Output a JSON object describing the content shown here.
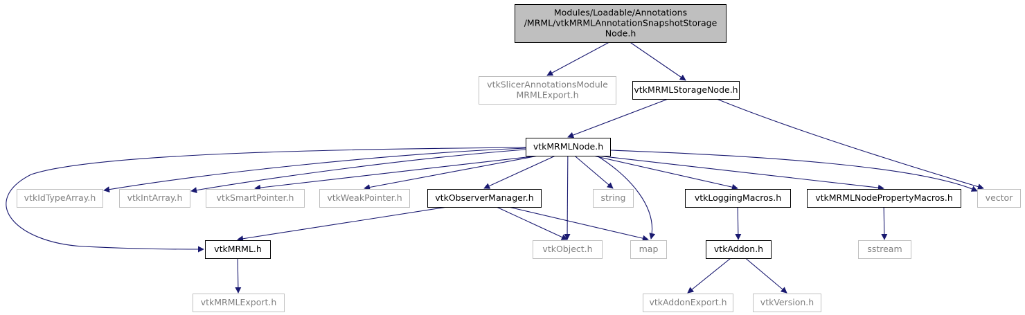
{
  "colors": {
    "edge": "#191970",
    "root_fill": "#bfbfbf",
    "documented_border": "#000000",
    "external_border": "#bfbfbf",
    "external_text": "#808080",
    "text": "#000000"
  },
  "nodes": {
    "root": {
      "lines": [
        "Modules/Loadable/Annotations",
        "/MRML/vtkMRMLAnnotationSnapshotStorage",
        "Node.h"
      ],
      "kind": "root"
    },
    "export_header": {
      "lines": [
        "vtkSlicerAnnotationsModule",
        "MRMLExport.h"
      ],
      "kind": "external"
    },
    "storage_node": {
      "lines": [
        "vtkMRMLStorageNode.h"
      ],
      "kind": "documented"
    },
    "mrml_node": {
      "lines": [
        "vtkMRMLNode.h"
      ],
      "kind": "documented"
    },
    "id_type_array": {
      "lines": [
        "vtkIdTypeArray.h"
      ],
      "kind": "external"
    },
    "int_array": {
      "lines": [
        "vtkIntArray.h"
      ],
      "kind": "external"
    },
    "smart_pointer": {
      "lines": [
        "vtkSmartPointer.h"
      ],
      "kind": "external"
    },
    "weak_pointer": {
      "lines": [
        "vtkWeakPointer.h"
      ],
      "kind": "external"
    },
    "observer_manager": {
      "lines": [
        "vtkObserverManager.h"
      ],
      "kind": "documented"
    },
    "string": {
      "lines": [
        "string"
      ],
      "kind": "external"
    },
    "logging_macros": {
      "lines": [
        "vtkLoggingMacros.h"
      ],
      "kind": "documented"
    },
    "property_macros": {
      "lines": [
        "vtkMRMLNodePropertyMacros.h"
      ],
      "kind": "documented"
    },
    "vector": {
      "lines": [
        "vector"
      ],
      "kind": "external"
    },
    "mrml": {
      "lines": [
        "vtkMRML.h"
      ],
      "kind": "documented"
    },
    "object": {
      "lines": [
        "vtkObject.h"
      ],
      "kind": "external"
    },
    "map": {
      "lines": [
        "map"
      ],
      "kind": "external"
    },
    "addon": {
      "lines": [
        "vtkAddon.h"
      ],
      "kind": "documented"
    },
    "sstream": {
      "lines": [
        "sstream"
      ],
      "kind": "external"
    },
    "mrml_export": {
      "lines": [
        "vtkMRMLExport.h"
      ],
      "kind": "external"
    },
    "addon_export": {
      "lines": [
        "vtkAddonExport.h"
      ],
      "kind": "external"
    },
    "version": {
      "lines": [
        "vtkVersion.h"
      ],
      "kind": "external"
    }
  },
  "edges": [
    [
      "root",
      "export_header"
    ],
    [
      "root",
      "storage_node"
    ],
    [
      "storage_node",
      "mrml_node"
    ],
    [
      "storage_node",
      "vector"
    ],
    [
      "mrml_node",
      "mrml"
    ],
    [
      "mrml_node",
      "id_type_array"
    ],
    [
      "mrml_node",
      "int_array"
    ],
    [
      "mrml_node",
      "smart_pointer"
    ],
    [
      "mrml_node",
      "weak_pointer"
    ],
    [
      "mrml_node",
      "observer_manager"
    ],
    [
      "mrml_node",
      "object"
    ],
    [
      "mrml_node",
      "string"
    ],
    [
      "mrml_node",
      "map"
    ],
    [
      "mrml_node",
      "logging_macros"
    ],
    [
      "mrml_node",
      "property_macros"
    ],
    [
      "mrml_node",
      "vector"
    ],
    [
      "observer_manager",
      "mrml"
    ],
    [
      "observer_manager",
      "object"
    ],
    [
      "observer_manager",
      "map"
    ],
    [
      "logging_macros",
      "addon"
    ],
    [
      "property_macros",
      "sstream"
    ],
    [
      "mrml",
      "mrml_export"
    ],
    [
      "addon",
      "addon_export"
    ],
    [
      "addon",
      "version"
    ]
  ]
}
